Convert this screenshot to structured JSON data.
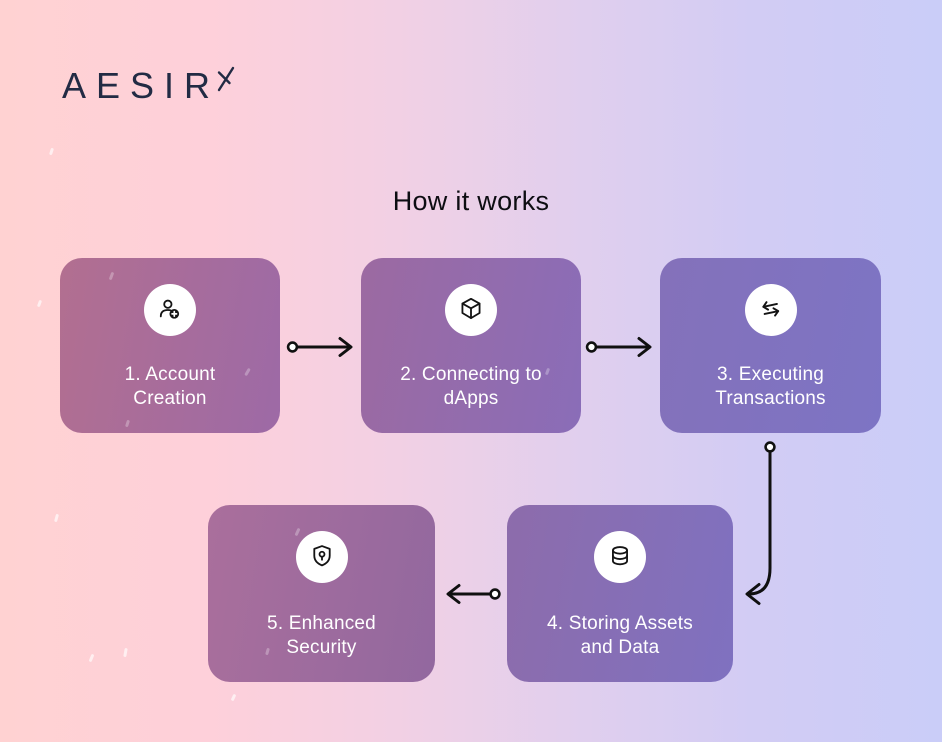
{
  "brand": {
    "name": "AESIR",
    "mark": "stylized-x-glyph"
  },
  "title": "How it works",
  "steps": [
    {
      "num": "1",
      "label": "1. Account Creation",
      "line1": "1. Account",
      "line2": "Creation",
      "icon": "user-add-icon"
    },
    {
      "num": "2",
      "label": "2. Connecting to dApps",
      "line1": "2. Connecting to",
      "line2": "dApps",
      "icon": "cube-icon"
    },
    {
      "num": "3",
      "label": "3. Executing Transactions",
      "line1": "3. Executing",
      "line2": "Transactions",
      "icon": "swap-arrows-icon"
    },
    {
      "num": "4",
      "label": "4. Storing Assets and Data",
      "line1": "4. Storing Assets",
      "line2": "and Data",
      "icon": "database-icon"
    },
    {
      "num": "5",
      "label": "5. Enhanced Security",
      "line1": "5. Enhanced",
      "line2": "Security",
      "icon": "shield-keyhole-icon"
    }
  ],
  "flow": [
    "step-1 to step-2 (right arrow)",
    "step-2 to step-3 (right arrow)",
    "step-3 to step-4 (down-left curved arrow)",
    "step-4 to step-5 (left arrow)"
  ],
  "colors": {
    "background_left": "#ffd2d2",
    "background_right": "#cacdf8",
    "card_1_gradient": [
      "#b26f90",
      "#9d6aa6"
    ],
    "card_2_gradient": [
      "#9c6aa1",
      "#8a6db8"
    ],
    "card_3_gradient": [
      "#8471ba",
      "#7d74c4"
    ],
    "card_4_gradient": [
      "#8d6cab",
      "#7f71c0"
    ],
    "card_5_gradient": [
      "#aa6f9c",
      "#92689f"
    ],
    "card_text": "#ffffff",
    "icon_badge": "#ffffff",
    "icon_stroke": "#141414",
    "arrow": "#101010",
    "logo_text": "#222b44",
    "title_text": "#0d0d12"
  }
}
